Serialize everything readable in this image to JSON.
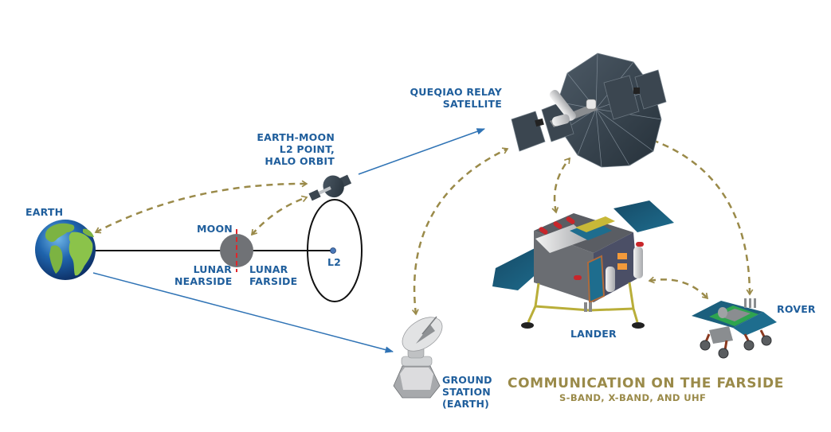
{
  "labels": {
    "earth": "EARTH",
    "moon": "MOON",
    "lunar_nearside": [
      "LUNAR",
      "NEARSIDE"
    ],
    "lunar_farside": [
      "LUNAR",
      "FARSIDE"
    ],
    "l2": "L2",
    "l2_point": [
      "EARTH-MOON",
      "L2 POINT,",
      "HALO ORBIT"
    ],
    "queqiao": [
      "QUEQIAO RELAY",
      "SATELLITE"
    ],
    "ground_station": [
      "GROUND",
      "STATION",
      "(EARTH)"
    ],
    "lander": "LANDER",
    "rover": "ROVER"
  },
  "title": "COMMUNICATION ON THE FARSIDE",
  "subtitle": "S-BAND, X-BAND, AND UHF",
  "colors": {
    "label_blue": "#1f5e9c",
    "link_gold": "#9a8a49",
    "arrow_blue": "#2f73b5",
    "moon_gray": "#707276",
    "axis_red": "#e0262b",
    "satellite_dark": "#3b4650",
    "panel_teal": "#1b5f7d"
  },
  "links": [
    {
      "from": "earth",
      "to": "l2-satellite",
      "type": "bidirectional-dashed"
    },
    {
      "from": "moon",
      "to": "l2-satellite",
      "type": "bidirectional-dashed"
    },
    {
      "from": "ground-station",
      "to": "queqiao",
      "type": "bidirectional-dashed"
    },
    {
      "from": "lander",
      "to": "queqiao",
      "type": "bidirectional-dashed"
    },
    {
      "from": "rover",
      "to": "queqiao",
      "type": "bidirectional-dashed"
    },
    {
      "from": "lander",
      "to": "rover",
      "type": "bidirectional-dashed"
    },
    {
      "from": "l2-satellite",
      "to": "queqiao",
      "type": "solid-arrow"
    },
    {
      "from": "earth",
      "to": "ground-station",
      "type": "solid-arrow"
    }
  ]
}
